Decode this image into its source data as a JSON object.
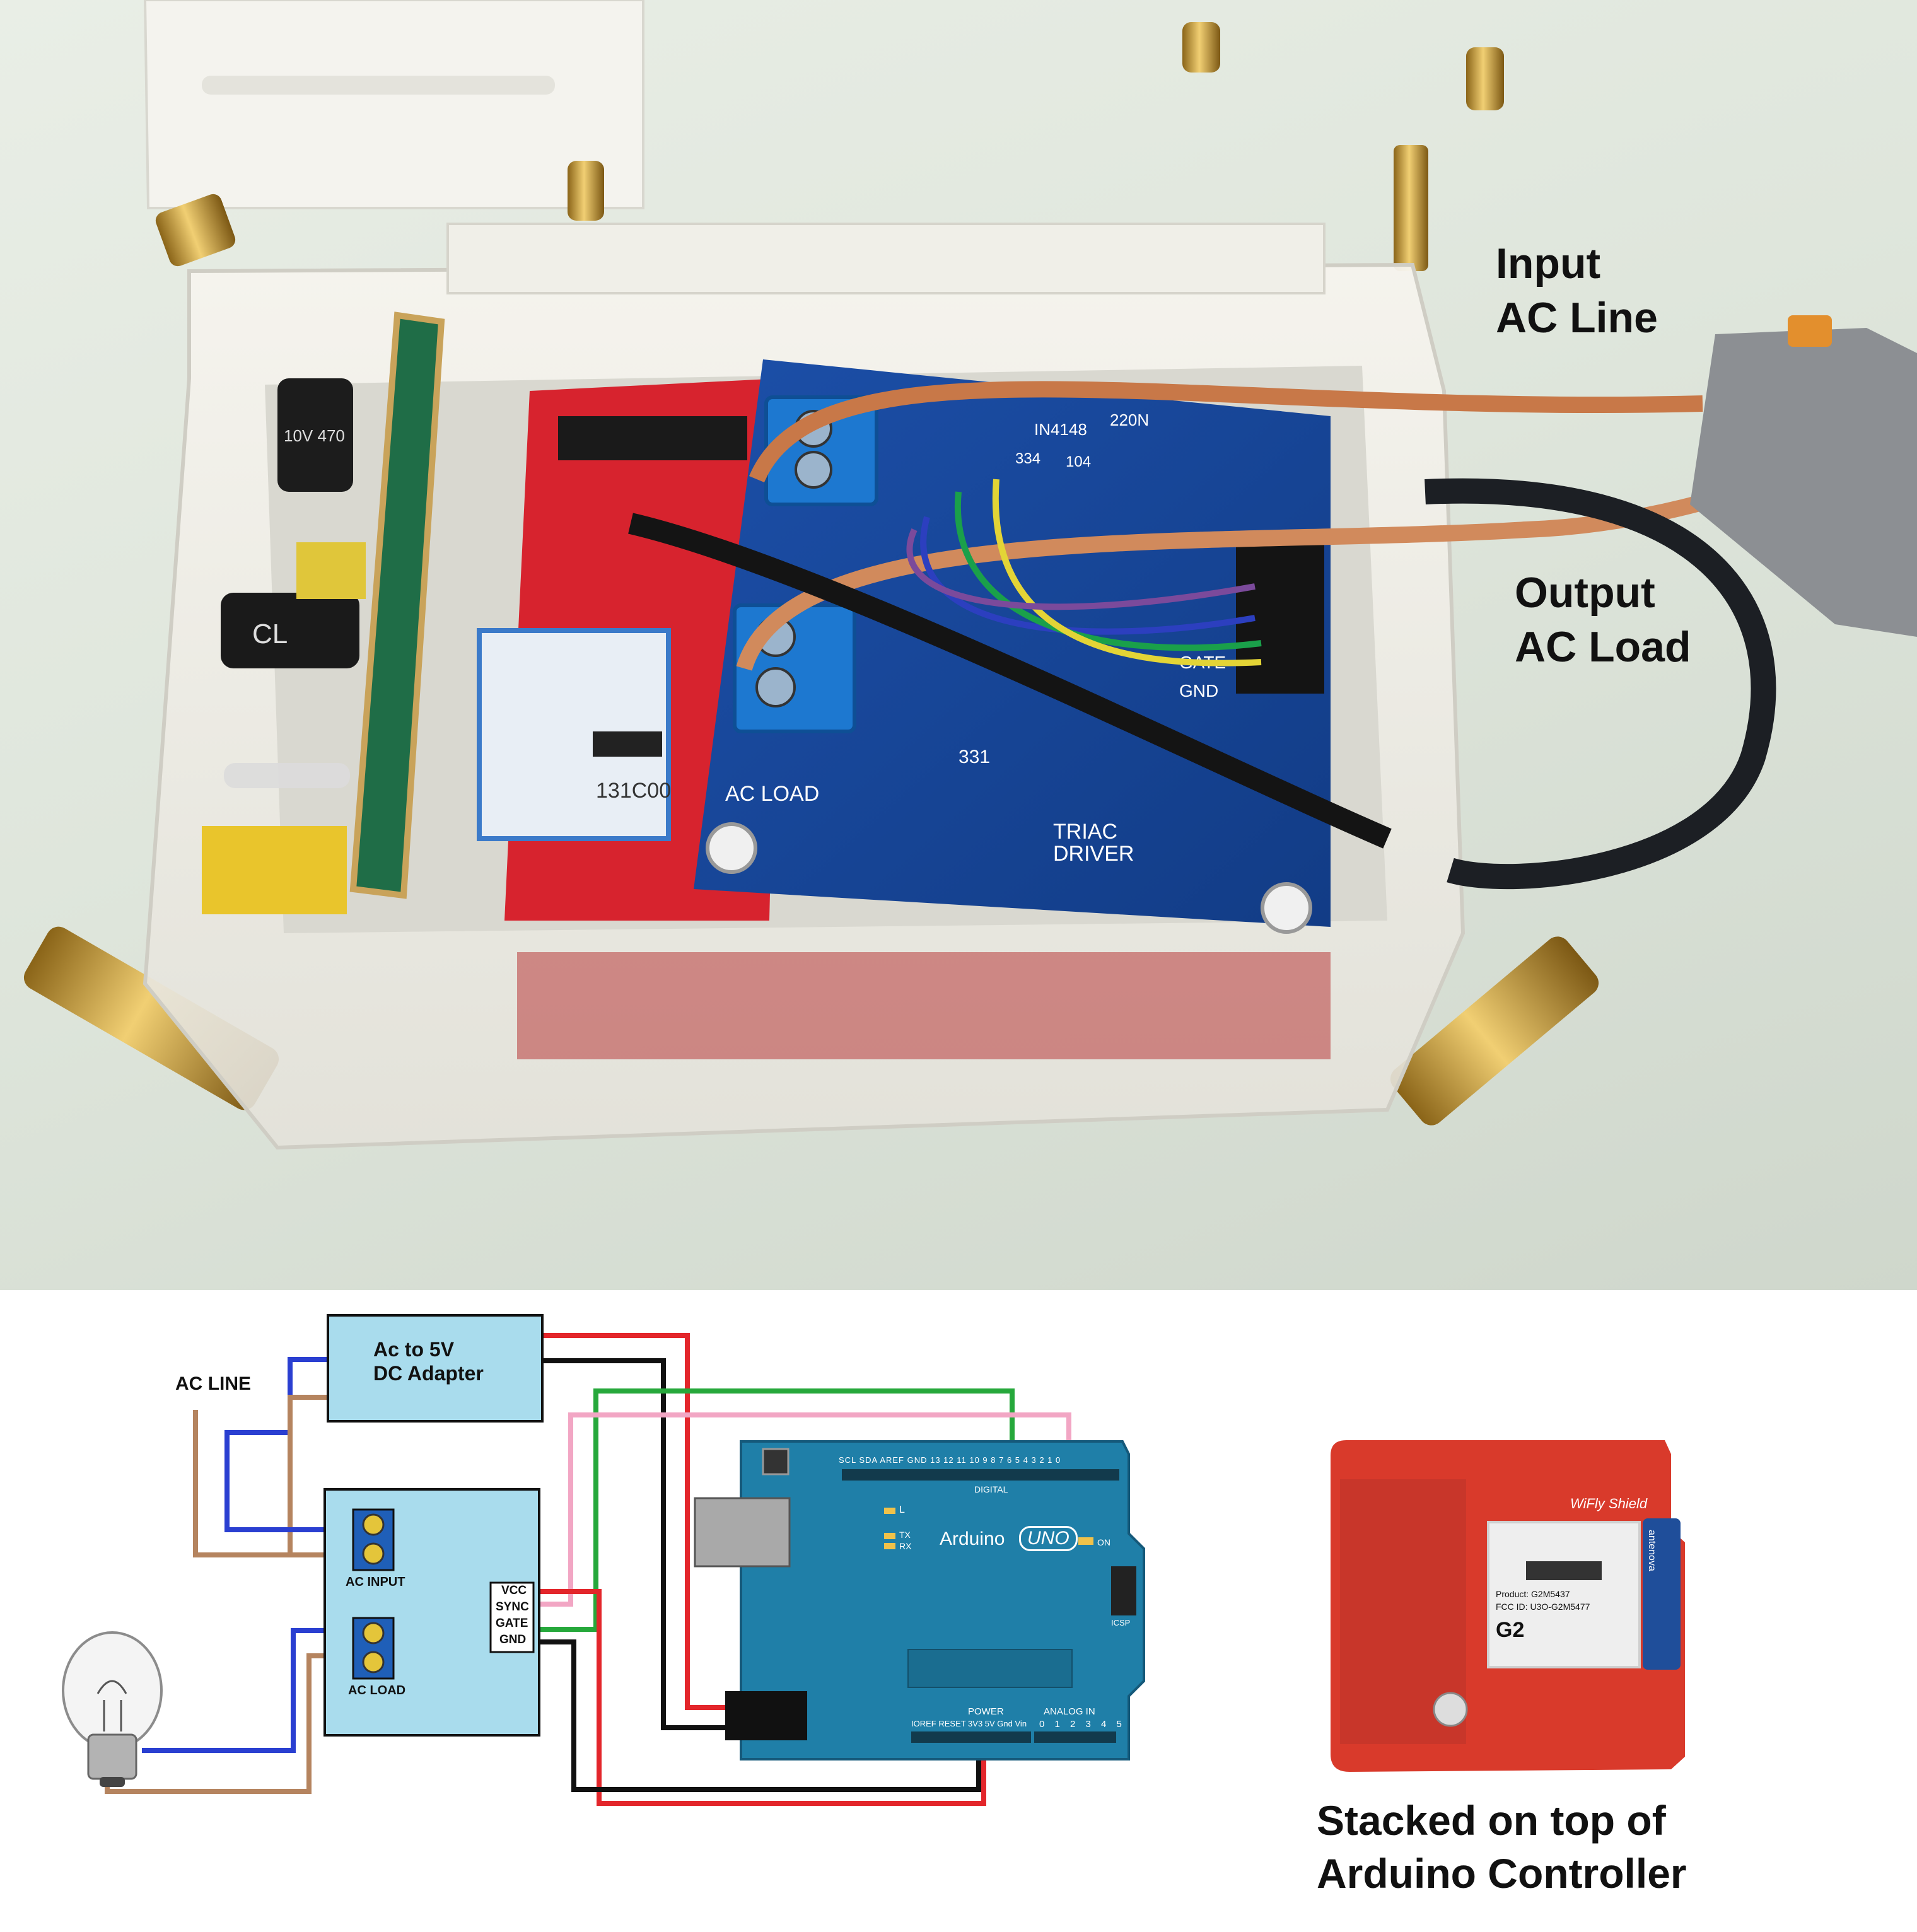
{
  "photo": {
    "input_label_line1": "Input",
    "input_label_line2": "AC Line",
    "output_label_line1": "Output",
    "output_label_line2": "AC Load",
    "board_text": {
      "ac_load": "AC LOAD",
      "triac_driver_line1": "TRIAC",
      "triac_driver_line2": "DRIVER",
      "resistor": "331",
      "gate": "GATE",
      "gnd": "GND",
      "diode": "IN4148",
      "cap_code": "220N",
      "code_334": "334",
      "code_104": "104",
      "module_id": "131C00",
      "cap_cl": "CL",
      "cap_rating": "10V 470"
    }
  },
  "diagram": {
    "ac_line_label": "AC LINE",
    "adapter_line1": "Ac to 5V",
    "adapter_line2": "DC Adapter",
    "ac_input_label": "AC INPUT",
    "ac_load_label": "AC LOAD",
    "pins": [
      "VCC",
      "SYNC",
      "GATE",
      "GND"
    ],
    "arduino": {
      "name": "Arduino",
      "model": "UNO",
      "digital": "DIGITAL",
      "power": "POWER",
      "analog_in": "ANALOG IN",
      "icsp": "ICSP",
      "on": "ON",
      "tx": "TX",
      "rx": "RX",
      "l": "L",
      "power_pins": "IOREF RESET 3V3 5V Gnd Vin",
      "analog_pins": "0 1 2 3 4 5",
      "digital_pins": "SCL SDA AREF GND 13 12 11 10 9 8   7 6 5 4 3 2 1 0"
    },
    "shield": {
      "title": "WiFly Shield",
      "product": "Product: G2M5437",
      "fcc": "FCC ID: U3O-G2M5477",
      "antenna": "antenova",
      "logo": "G2"
    },
    "caption_line1": "Stacked on top of",
    "caption_line2": "Arduino Controller"
  },
  "colors": {
    "adapter_fill": "#a9dced",
    "arduino_fill": "#1f7fa8",
    "shield_fill": "#d93a2b",
    "terminal_blue": "#1f5fb8",
    "wire_blue": "#2a3fd1",
    "wire_brown": "#b5845f",
    "wire_red": "#e3262b",
    "wire_black": "#111111",
    "wire_green": "#26a83b",
    "wire_pink": "#f2a6c4"
  }
}
